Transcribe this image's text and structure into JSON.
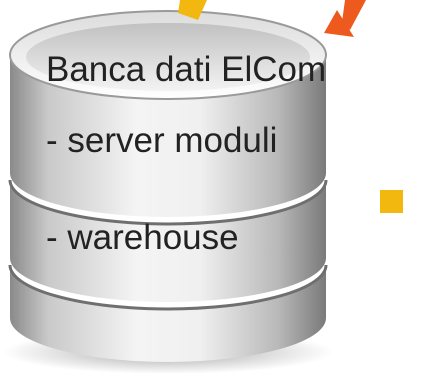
{
  "database": {
    "title": "Banca dati ElCom",
    "lines": [
      "- server moduli",
      "- warehouse"
    ]
  },
  "colors": {
    "yellow": "#F2B80F",
    "orange": "#EE5A1E",
    "cylinder_light": "#F6F6F6",
    "cylinder_dark": "#7E7E7E",
    "text": "#222222"
  },
  "icons": [
    "arrow-yellow-icon",
    "arrow-orange-icon",
    "yellow-square-icon"
  ]
}
